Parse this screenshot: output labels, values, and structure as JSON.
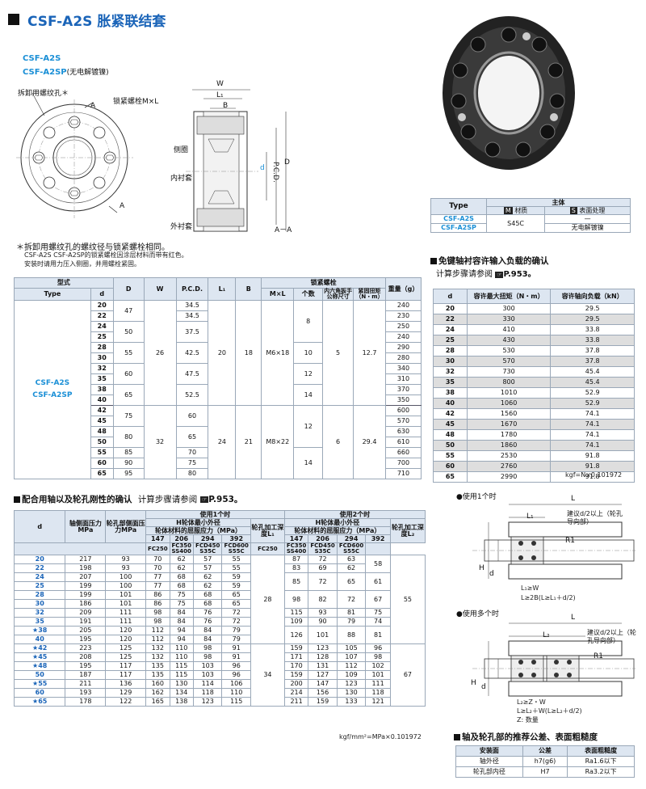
{
  "header": {
    "title": "CSF-A2S 胀紧联结套"
  },
  "models": {
    "m1": "CSF-A2S",
    "m2": "CSF-A2SP",
    "m2_note": "(无电解镀镍)"
  },
  "drawing_labels": {
    "hole": "拆卸用螺纹孔＊",
    "A": "A",
    "A2": "A",
    "bolt": "锁紧螺栓M×L",
    "W": "W",
    "L1": "L₁",
    "B": "B",
    "side": "侧圈",
    "inner": "内衬套",
    "outer": "外衬套",
    "d": "d",
    "pcd": "P.C.D.",
    "D": "D",
    "section": "A－A"
  },
  "notes": {
    "n1": "＊拆卸用螺纹孔的螺纹径与锁紧螺栓相同。",
    "n2": "CSF-A2S  CSF-A2SP的锁紧螺栓因涂层材料而带有红色。",
    "n3": "安装时请用力压入侧圈，并用螺栓紧固。"
  },
  "material_table": {
    "h_type": "Type",
    "h_main": "主体",
    "m_badge": "M",
    "h_material": "材质",
    "s_badge": "S",
    "h_surface": "表面处理",
    "rows": [
      {
        "type": "CSF-A2S",
        "material": "S45C",
        "surface": "—"
      },
      {
        "type": "CSF-A2SP",
        "material": "",
        "surface": "无电解镀镍"
      }
    ]
  },
  "spec_table": {
    "h": {
      "model": "型式",
      "type": "Type",
      "d": "d",
      "D": "D",
      "W": "W",
      "pcd": "P.C.D.",
      "L1": "L₁",
      "B": "B",
      "bolt": "锁紧螺栓",
      "mxl": "M×L",
      "count": "个数",
      "hex": "内六角扳手公称尺寸",
      "torque": "紧固扭矩（N・m）",
      "weight": "重量（g）"
    },
    "type_label_1": "CSF-A2S",
    "type_label_2": "CSF-A2SP",
    "d": [
      "20",
      "22",
      "24",
      "25",
      "28",
      "30",
      "32",
      "35",
      "38",
      "40",
      "42",
      "45",
      "48",
      "50",
      "55",
      "60",
      "65"
    ],
    "weight": [
      "240",
      "230",
      "250",
      "240",
      "290",
      "280",
      "340",
      "310",
      "370",
      "350",
      "600",
      "570",
      "630",
      "610",
      "660",
      "700",
      "710"
    ],
    "D": [
      {
        "v": "47",
        "r": 2
      },
      {
        "v": "50",
        "r": 2
      },
      {
        "v": "55",
        "r": 2
      },
      {
        "v": "60",
        "r": 2
      },
      {
        "v": "65",
        "r": 2
      },
      {
        "v": "75",
        "r": 2
      },
      {
        "v": "80",
        "r": 2
      },
      {
        "v": "85",
        "r": 1
      },
      {
        "v": "90",
        "r": 1
      },
      {
        "v": "95",
        "r": 1
      }
    ],
    "pcd": [
      {
        "v": "34.5",
        "r": 1
      },
      {
        "v": "34.5",
        "r": 1
      },
      {
        "v": "37.5",
        "r": 2
      },
      {
        "v": "42.5",
        "r": 2
      },
      {
        "v": "47.5",
        "r": 2
      },
      {
        "v": "52.5",
        "r": 2
      },
      {
        "v": "60",
        "r": 2
      },
      {
        "v": "65",
        "r": 2
      },
      {
        "v": "70",
        "r": 1
      },
      {
        "v": "75",
        "r": 1
      },
      {
        "v": "80",
        "r": 1
      }
    ],
    "W": [
      "26",
      "32"
    ],
    "L1": [
      "20",
      "24"
    ],
    "B": [
      "18",
      "21"
    ],
    "mxl": [
      "M6×18",
      "M8×22"
    ],
    "count": [
      {
        "v": "8",
        "r": 4
      },
      {
        "v": "10",
        "r": 2
      },
      {
        "v": "12",
        "r": 2
      },
      {
        "v": "14",
        "r": 2
      },
      {
        "v": "12",
        "r": 4
      },
      {
        "v": "14",
        "r": 3
      }
    ],
    "hex": [
      "5",
      "6"
    ],
    "torque": [
      "12.7",
      "29.4"
    ]
  },
  "load_section": {
    "title": "免键轴衬容许输入负载的确认",
    "sub": "计算步骤请参阅",
    "ref": "P.953。",
    "h_d": "d",
    "h_torque": "容许最大扭矩（N・m）",
    "h_axial": "容许轴向负载（kN）",
    "torque": [
      "300",
      "330",
      "410",
      "430",
      "530",
      "570",
      "730",
      "800",
      "1010",
      "1060",
      "1560",
      "1670",
      "1780",
      "1860",
      "2530",
      "2760",
      "2990"
    ],
    "axial": [
      "29.5",
      "29.5",
      "33.8",
      "33.8",
      "37.8",
      "37.8",
      "45.4",
      "45.4",
      "52.9",
      "52.9",
      "74.1",
      "74.1",
      "74.1",
      "74.1",
      "91.8",
      "91.8",
      "91.8"
    ],
    "note": "kgf=N×0.101972"
  },
  "rigid_section": {
    "title": "配合用轴以及轮孔刚性的确认",
    "sub": "计算步骤请参阅",
    "ref": "P.953。",
    "h_d": "d",
    "h_shaft": "轴侧面压力MPa",
    "h_hub": "轮孔部侧面压力MPa",
    "h_use1": "使用1个时",
    "h_use2": "使用2个时",
    "h_hmin": "H轮体最小外径",
    "h_yield": "轮体材料的屈服应力（MPa）",
    "h_depth1": "轮孔加工深度L₁",
    "h_depth2": "轮孔加工深度L₂",
    "mat_nums": [
      "147",
      "206",
      "294",
      "392"
    ],
    "mat_names": [
      "FC250",
      "FC350 SS400",
      "FCD450 S35C",
      "FCD600 S55C"
    ],
    "d": [
      "20",
      "22",
      "24",
      "25",
      "28",
      "30",
      "32",
      "35",
      "★38",
      "40",
      "★42",
      "★45",
      "★48",
      "50",
      "★55",
      "60",
      "★65"
    ],
    "shaft": [
      "217",
      "198",
      "207",
      "199",
      "199",
      "186",
      "209",
      "191",
      "205",
      "195",
      "223",
      "208",
      "195",
      "187",
      "211",
      "193",
      "178"
    ],
    "hub": [
      "93",
      "93",
      "100",
      "100",
      "101",
      "101",
      "111",
      "111",
      "120",
      "120",
      "125",
      "125",
      "117",
      "117",
      "136",
      "129",
      "122"
    ],
    "h1": [
      [
        "70",
        "62",
        "57",
        "55"
      ],
      [
        "70",
        "62",
        "57",
        "55"
      ],
      [
        "77",
        "68",
        "62",
        "59"
      ],
      [
        "77",
        "68",
        "62",
        "59"
      ],
      [
        "86",
        "75",
        "68",
        "65"
      ],
      [
        "86",
        "75",
        "68",
        "65"
      ],
      [
        "98",
        "84",
        "76",
        "72"
      ],
      [
        "98",
        "84",
        "76",
        "72"
      ],
      [
        "112",
        "94",
        "84",
        "79"
      ],
      [
        "112",
        "94",
        "84",
        "79"
      ],
      [
        "132",
        "110",
        "98",
        "91"
      ],
      [
        "132",
        "110",
        "98",
        "91"
      ],
      [
        "135",
        "115",
        "103",
        "96"
      ],
      [
        "135",
        "115",
        "103",
        "96"
      ],
      [
        "160",
        "130",
        "114",
        "106"
      ],
      [
        "162",
        "134",
        "118",
        "110"
      ],
      [
        "165",
        "138",
        "123",
        "115"
      ]
    ],
    "depth1": [
      "28",
      "34"
    ],
    "h2": [
      {
        "r": 1,
        "v": [
          "87",
          "72",
          "63",
          "58"
        ]
      },
      {
        "r": 1,
        "v": [
          "83",
          "69",
          "62",
          ""
        ]
      },
      {
        "r": 2,
        "v": [
          "85",
          "72",
          "65",
          "61"
        ]
      },
      {
        "r": 2,
        "v": [
          "98",
          "82",
          "72",
          "67"
        ]
      },
      {
        "r": 1,
        "v": [
          "115",
          "93",
          "81",
          "75"
        ]
      },
      {
        "r": 1,
        "v": [
          "109",
          "90",
          "79",
          "74"
        ]
      },
      {
        "r": 2,
        "v": [
          "126",
          "101",
          "88",
          "81"
        ]
      },
      {
        "r": 1,
        "v": [
          "159",
          "123",
          "105",
          "96"
        ]
      },
      {
        "r": 1,
        "v": [
          "171",
          "128",
          "107",
          "98"
        ]
      },
      {
        "r": 1,
        "v": [
          "170",
          "131",
          "112",
          "102"
        ]
      },
      {
        "r": 1,
        "v": [
          "159",
          "127",
          "109",
          "101"
        ]
      },
      {
        "r": 1,
        "v": [
          "200",
          "147",
          "123",
          "111"
        ]
      },
      {
        "r": 1,
        "v": [
          "214",
          "156",
          "130",
          "118"
        ]
      },
      {
        "r": 1,
        "v": [
          "211",
          "159",
          "133",
          "121"
        ]
      }
    ],
    "depth2": [
      "55",
      "67"
    ],
    "note": "kgf/mm²=MPa×0.101972"
  },
  "use_one": {
    "title": "●使用1个时",
    "L": "L",
    "L1": "L₁",
    "r1": "R1",
    "chamfer": "建议d/2以上（轮孔导向部）",
    "H": "H",
    "d": "d",
    "f1": "L₁≥W",
    "f2": "L≥2B(L≥L₁＋d/2)"
  },
  "use_many": {
    "title": "●使用多个时",
    "L": "L",
    "L2": "L₂",
    "r1": "R1",
    "chamfer": "建议d/2以上（轮孔导向部）",
    "H": "H",
    "d": "d",
    "f1": "L₂≥Z・W",
    "f2": "L≥L₂＋W(L≥L₂＋d/2)",
    "f3": "Z: 数量"
  },
  "tolerance": {
    "title": "轴及轮孔部的推荐公差、表面粗糙度",
    "h": [
      "安装面",
      "公差",
      "表面粗糙度"
    ],
    "rows": [
      [
        "轴外径",
        "h7(g6)",
        "Ra1.6以下"
      ],
      [
        "轮孔部内径",
        "H7",
        "Ra3.2以下"
      ]
    ]
  },
  "colors": {
    "accent": "#1a64b8",
    "header_bg": "#dde6f1",
    "highlight": "#1a8fd6"
  }
}
